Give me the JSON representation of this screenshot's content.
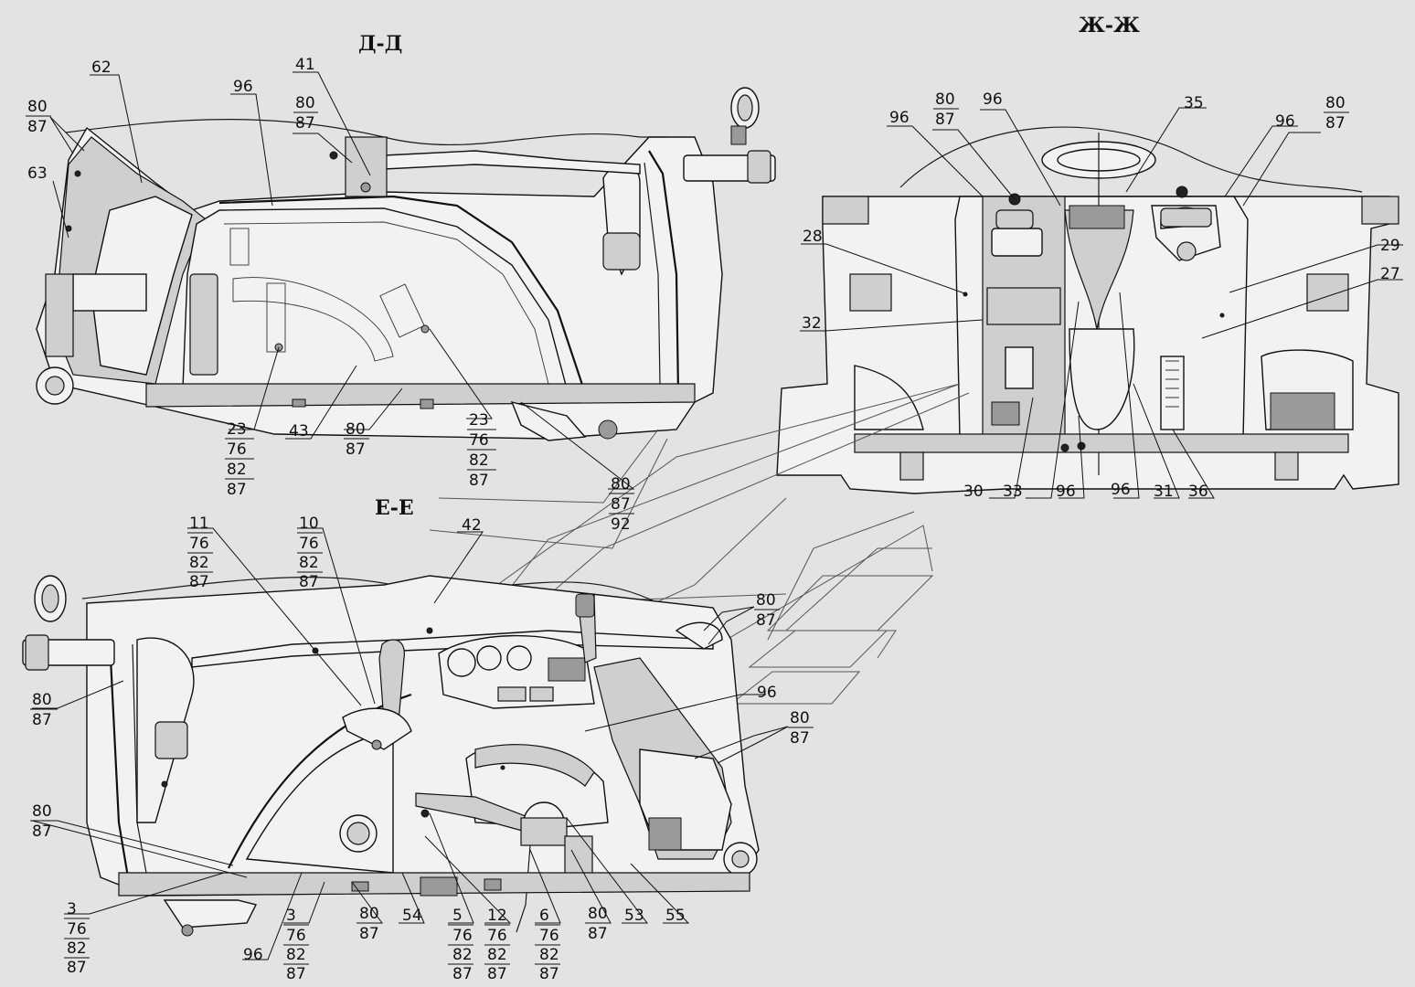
{
  "sections": [
    {
      "title": "Д-Д",
      "callouts": [
        {
          "lines": [
            "62"
          ]
        },
        {
          "lines": [
            "96"
          ]
        },
        {
          "lines": [
            "41"
          ]
        },
        {
          "lines": [
            "80",
            "87"
          ]
        },
        {
          "lines": [
            "80",
            "87"
          ]
        },
        {
          "lines": [
            "63"
          ]
        },
        {
          "lines": [
            "23",
            "76",
            "82",
            "87"
          ]
        },
        {
          "lines": [
            "43"
          ]
        },
        {
          "lines": [
            "80",
            "87"
          ]
        },
        {
          "lines": [
            "23",
            "76",
            "82",
            "87"
          ]
        },
        {
          "lines": [
            "80",
            "87",
            "92"
          ]
        }
      ]
    },
    {
      "title": "Ж-Ж",
      "callouts": [
        {
          "lines": [
            "96"
          ]
        },
        {
          "lines": [
            "80",
            "87"
          ]
        },
        {
          "lines": [
            "96"
          ]
        },
        {
          "lines": [
            "35"
          ]
        },
        {
          "lines": [
            "96"
          ]
        },
        {
          "lines": [
            "80",
            "87"
          ]
        },
        {
          "lines": [
            "28"
          ]
        },
        {
          "lines": [
            "29"
          ]
        },
        {
          "lines": [
            "27"
          ]
        },
        {
          "lines": [
            "32"
          ]
        },
        {
          "lines": [
            "30"
          ]
        },
        {
          "lines": [
            "33"
          ]
        },
        {
          "lines": [
            "96"
          ]
        },
        {
          "lines": [
            "96"
          ]
        },
        {
          "lines": [
            "31"
          ]
        },
        {
          "lines": [
            "36"
          ]
        }
      ]
    },
    {
      "title": "Е-Е",
      "callouts": [
        {
          "lines": [
            "11",
            "76",
            "82",
            "87"
          ]
        },
        {
          "lines": [
            "10",
            "76",
            "82",
            "87"
          ]
        },
        {
          "lines": [
            "42"
          ]
        },
        {
          "lines": [
            "80",
            "87"
          ]
        },
        {
          "lines": [
            "80",
            "87"
          ]
        },
        {
          "lines": [
            "96"
          ]
        },
        {
          "lines": [
            "80",
            "87"
          ]
        },
        {
          "lines": [
            "80",
            "87"
          ]
        },
        {
          "lines": [
            "3",
            "76",
            "82",
            "87"
          ]
        },
        {
          "lines": [
            "96"
          ]
        },
        {
          "lines": [
            "3",
            "76",
            "82",
            "87"
          ]
        },
        {
          "lines": [
            "80",
            "87"
          ]
        },
        {
          "lines": [
            "54"
          ]
        },
        {
          "lines": [
            "5",
            "76",
            "82",
            "87"
          ]
        },
        {
          "lines": [
            "12",
            "76",
            "82",
            "87"
          ]
        },
        {
          "lines": [
            "6",
            "76",
            "82",
            "87"
          ]
        },
        {
          "lines": [
            "80",
            "87"
          ]
        },
        {
          "lines": [
            "53"
          ]
        },
        {
          "lines": [
            "55"
          ]
        }
      ]
    }
  ]
}
